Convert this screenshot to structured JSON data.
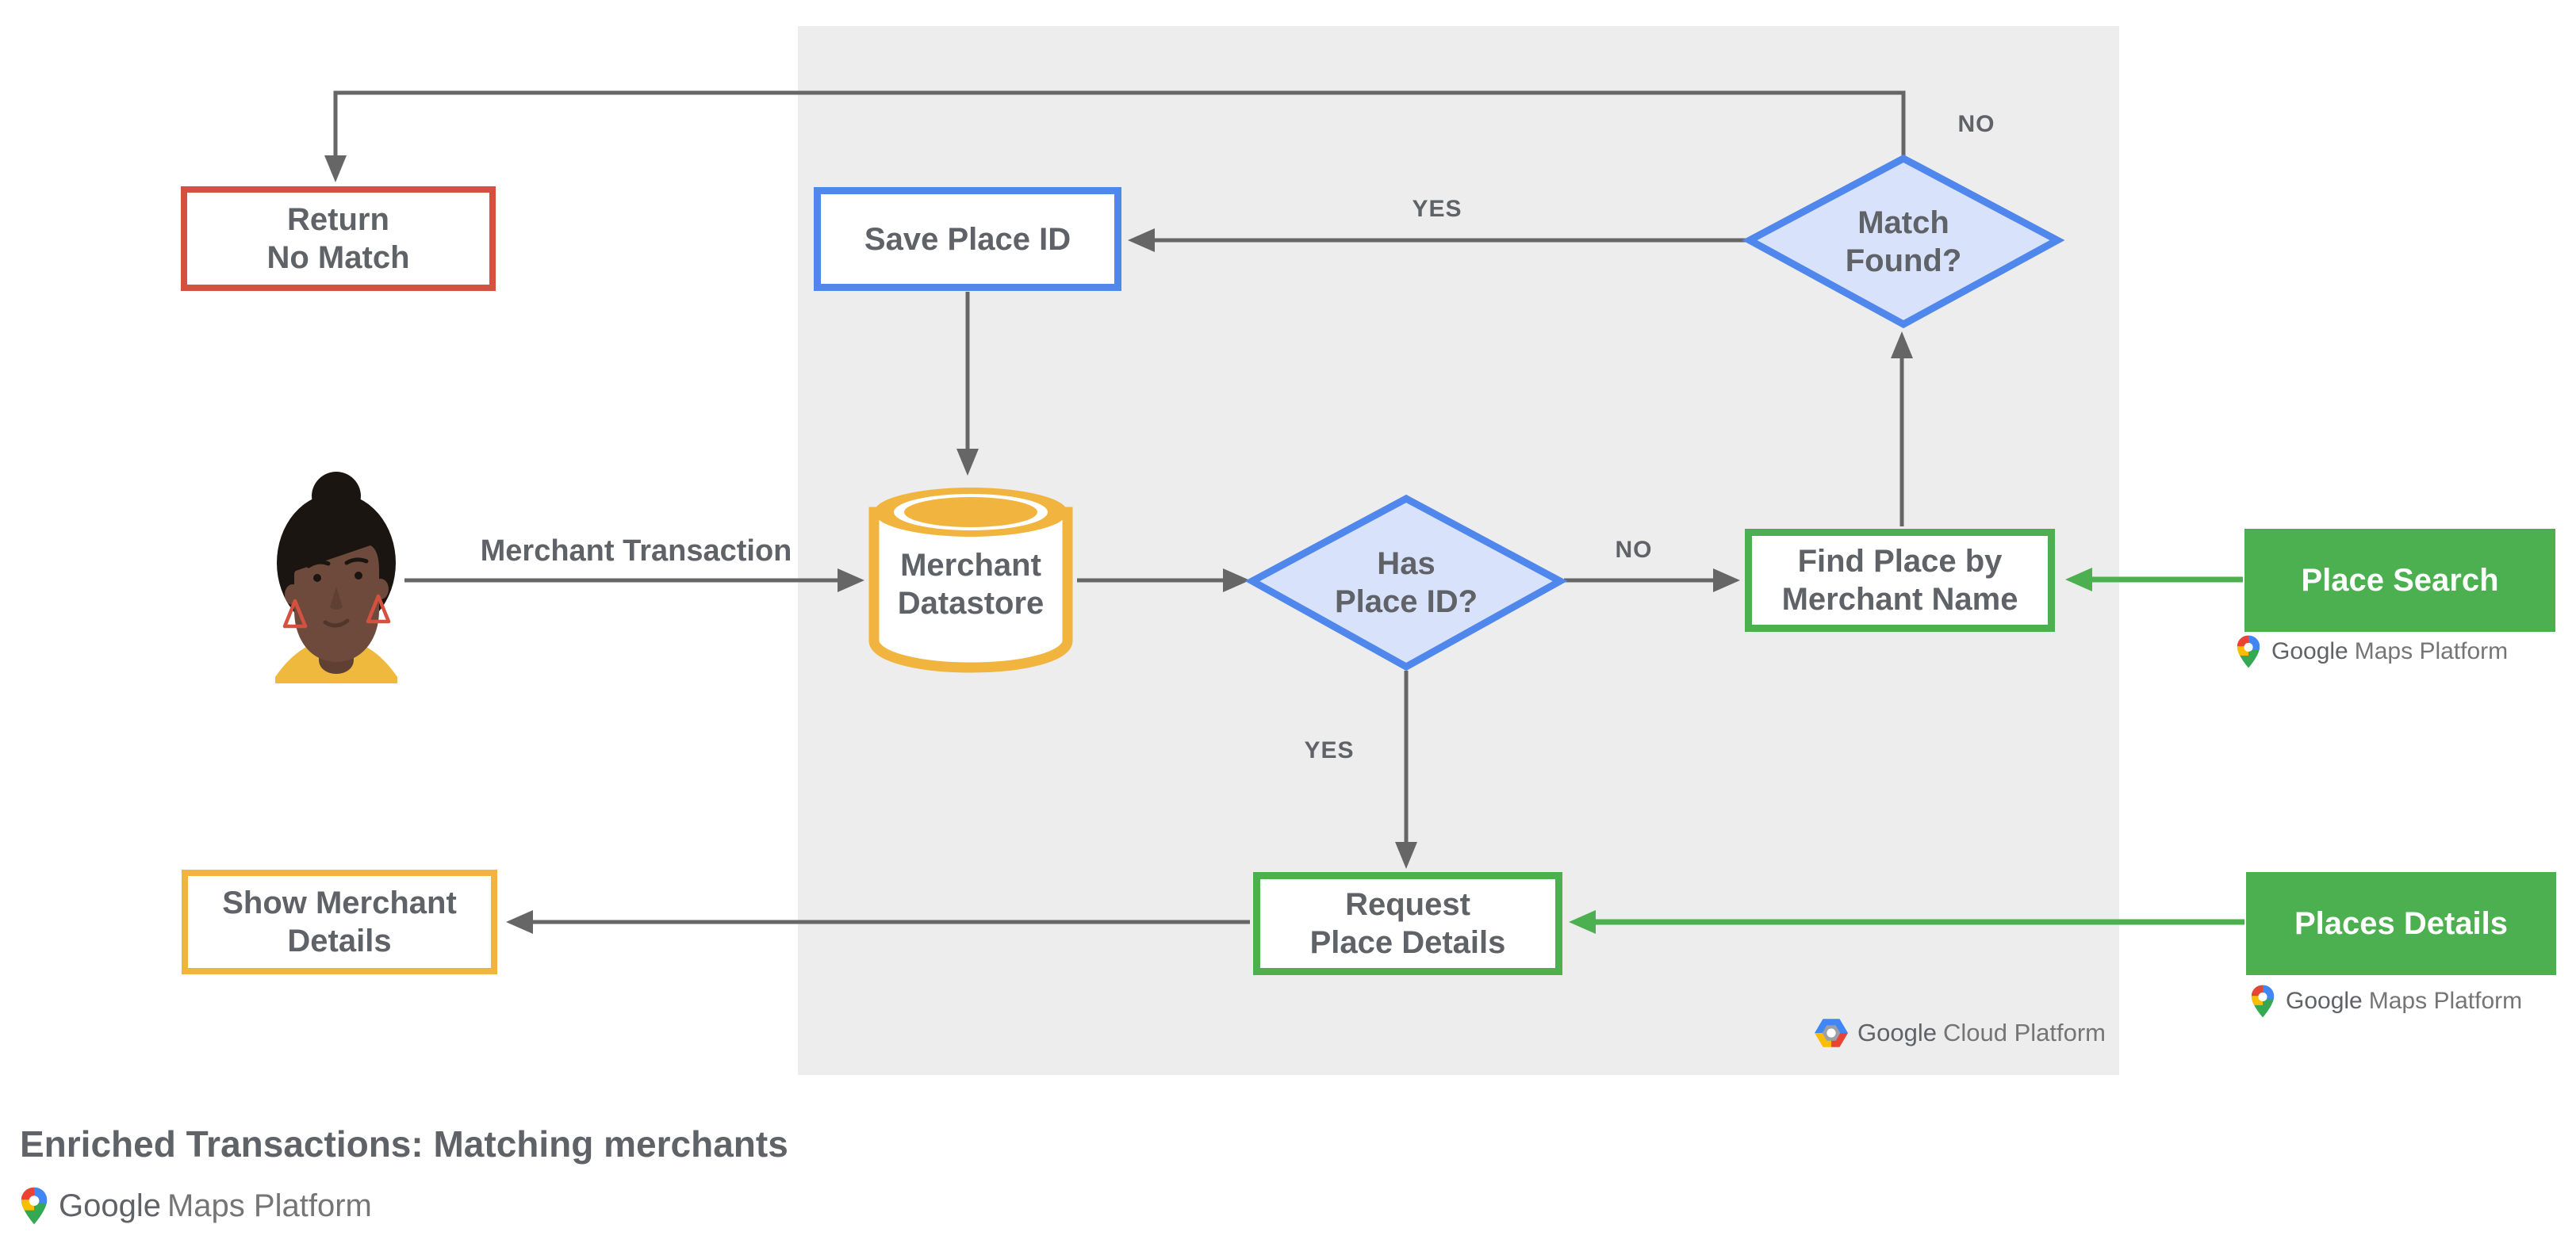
{
  "title": "Enriched Transactions: Matching merchants",
  "nodes": {
    "return_no_match": {
      "line1": "Return",
      "line2": "No Match"
    },
    "save_place_id": {
      "label": "Save Place ID"
    },
    "match_found": {
      "line1": "Match",
      "line2": "Found?"
    },
    "merchant_datastore": {
      "line1": "Merchant",
      "line2": "Datastore"
    },
    "has_place_id": {
      "line1": "Has",
      "line2": "Place ID?"
    },
    "find_place_by_merchant_name": {
      "line1": "Find Place by",
      "line2": "Merchant Name"
    },
    "place_search": {
      "label": "Place Search"
    },
    "request_place_details": {
      "line1": "Request",
      "line2": "Place Details"
    },
    "places_details": {
      "label": "Places Details"
    },
    "show_merchant_details": {
      "line1": "Show Merchant",
      "line2": "Details"
    }
  },
  "edge_labels": {
    "match_no": "NO",
    "match_yes": "YES",
    "has_no": "NO",
    "has_yes": "YES",
    "merchant_transaction": "Merchant Transaction"
  },
  "logos": {
    "maps": {
      "google": "Google",
      "product": "Maps Platform"
    },
    "cloud": {
      "google": "Google",
      "product": "Cloud Platform"
    }
  },
  "colors": {
    "red": "#D6503F",
    "blue": "#5087EC",
    "blue_fill": "#D9E2FB",
    "yellow": "#F0B43F",
    "green": "#4CAF50",
    "panel_gray": "#EDEDED",
    "arrow_gray": "#666666",
    "label_gray": "#5F6368",
    "logo_gray": "#5F6368",
    "logo_gray_light": "#757575",
    "google_blue": "#4285F4",
    "google_red": "#EA4335",
    "google_yellow": "#FBBC04",
    "google_green": "#34A853",
    "avatar_hair": "#1B1512",
    "avatar_skin": "#6E4A3D",
    "avatar_skin_dark": "#5F4032",
    "avatar_shirt": "#EFB93D"
  }
}
